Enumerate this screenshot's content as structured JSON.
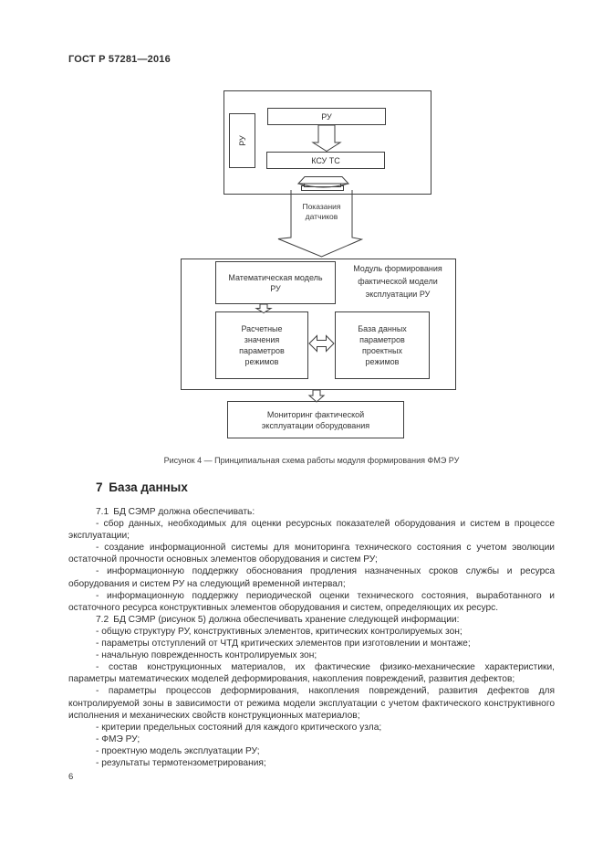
{
  "page": {
    "header": "ГОСТ Р 57281—2016",
    "page_number": "6"
  },
  "figure": {
    "caption": "Рисунок 4 — Принципиальная схема работы модуля формирования ФМЭ РУ",
    "top_block": {
      "side_label": "РУ",
      "ru_label": "РУ",
      "ksu_label": "КСУ ТС"
    },
    "arrow_label": "Показания датчиков",
    "module_block": {
      "title": "Модуль формирования фактической модели эксплуатации РУ",
      "math_model": "Математическая модель РУ",
      "calc_values": "Расчетные значения параметров режимов",
      "db_params": "База данных параметров проектных режимов"
    },
    "monitoring_box": "Мониторинг фактической эксплуатации оборудования"
  },
  "section": {
    "heading": "7 База данных",
    "paragraphs": [
      "7.1 БД СЭМР должна обеспечивать:",
      "- сбор данных, необходимых для оценки ресурсных показателей оборудования и систем в процессе эксплуатации;",
      "- создание информационной системы для мониторинга технического состояния с учетом эволюции остаточной прочности основных элементов оборудования и систем РУ;",
      "- информационную поддержку обоснования продления назначенных сроков службы и ресурса оборудования и систем РУ на следующий временной интервал;",
      "- информационную поддержку периодической оценки технического состояния, выработанного и остаточного ресурса конструктивных элементов оборудования и систем, определяющих их ресурс.",
      "7.2 БД СЭМР (рисунок 5) должна обеспечивать хранение следующей информации:",
      "- общую структуру РУ, конструктивных элементов, критических контролируемых зон;",
      "- параметры отступлений от ЧТД критических элементов при изготовлении и монтаже;",
      "- начальную поврежденность контролируемых зон;",
      "- состав конструкционных материалов, их фактические физико-механические характеристики, параметры математических моделей деформирования, накопления повреждений, развития дефектов;",
      "- параметры процессов деформирования, накопления повреждений, развития дефектов для контролируемой зоны в зависимости от режима модели эксплуатации с учетом фактического конструктивного исполнения и механических свойств конструкционных материалов;",
      "- критерии предельных состояний для каждого критического узла;",
      "- ФМЭ РУ;",
      "- проектную модель эксплуатации РУ;",
      "- результаты термотензометрирования;"
    ]
  }
}
